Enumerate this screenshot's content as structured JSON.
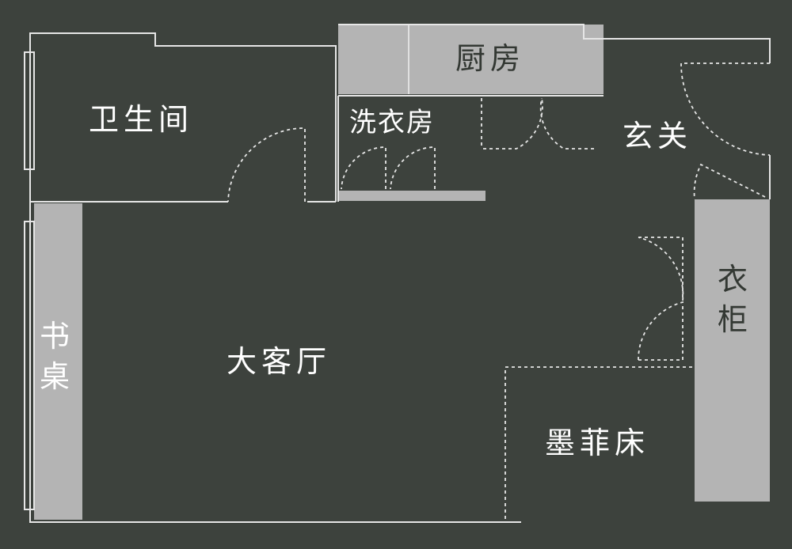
{
  "rooms": {
    "bathroom": "卫生间",
    "kitchen": "厨房",
    "laundry": "洗衣房",
    "entrance": "玄关",
    "living_room": "大客厅",
    "murphy_bed": "墨菲床",
    "desk": [
      "书",
      "桌"
    ],
    "wardrobe": [
      "衣",
      "柜"
    ]
  },
  "colors": {
    "background": "#3d423d",
    "wall": "#e6e6e6",
    "furniture": "#b4b4b4",
    "label": "#ffffff"
  }
}
